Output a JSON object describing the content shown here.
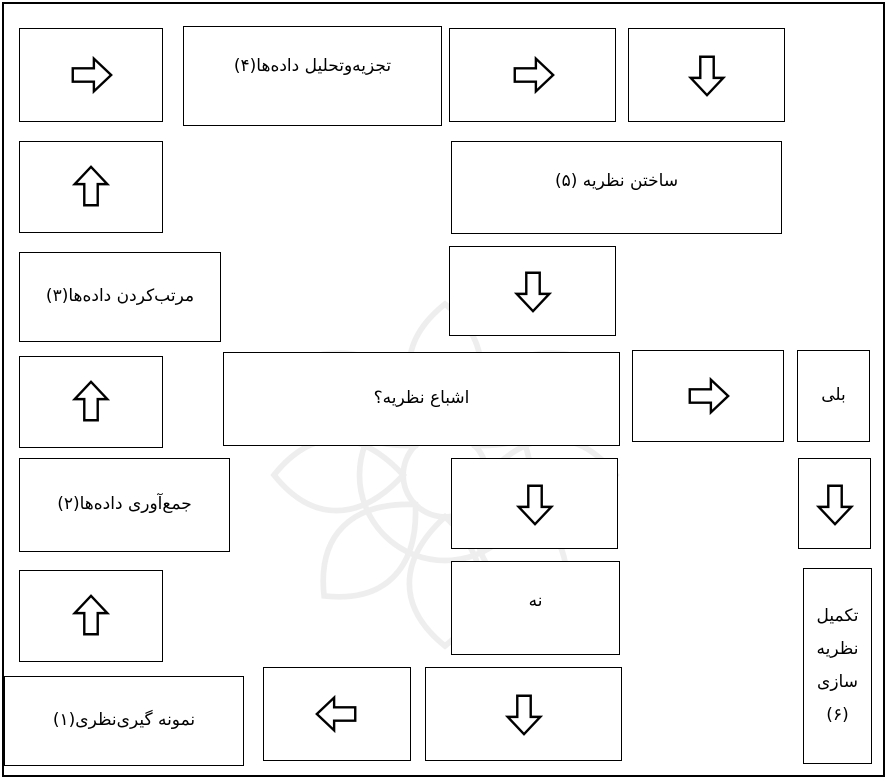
{
  "colors": {
    "line": "#000000",
    "background": "#ffffff",
    "watermark": "#9a9a9a"
  },
  "labels": {
    "analysis": "تجزیه‌وتحلیل داده‌ها(۴)",
    "build_theory": "ساختن نظریه (۵)",
    "organize": "مرتب‌کردن داده‌ها(۳)",
    "saturation": "اشباع نظریه؟",
    "yes": "بلی",
    "collect": "جمع‌آوری داده‌ها(۲)",
    "no": "نه",
    "sampling": "نمونه گیری‌نظری(۱)",
    "complete": [
      "تکمیل",
      "نظریه",
      "سازی",
      "(۶)"
    ]
  },
  "icons": {
    "arrow_right": "arrow-right-icon",
    "arrow_left": "arrow-left-icon",
    "arrow_up": "arrow-up-icon",
    "arrow_down": "arrow-down-icon"
  }
}
